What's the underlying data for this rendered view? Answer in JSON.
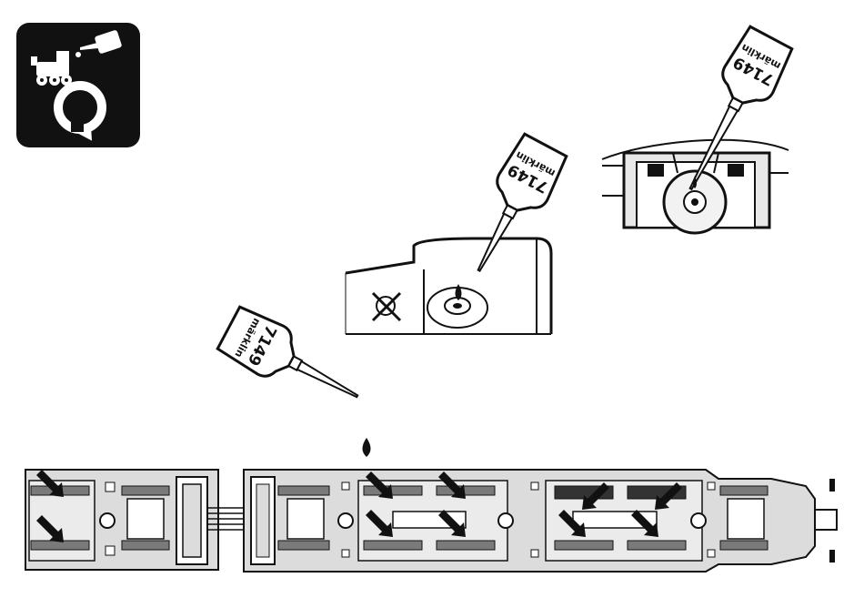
{
  "oil_bottles": [
    {
      "brand": "märklin",
      "number": "7149"
    },
    {
      "brand": "märklin",
      "number": "7149"
    },
    {
      "brand": "märklin",
      "number": "7149"
    }
  ],
  "icons": {
    "maintenance_badge": "locomotive-oil-refresh-icon",
    "oil_drop": "oil-drop-icon",
    "do_not_oil": "crossed-out-mark-icon",
    "lubrication_point": "arrow-icon"
  },
  "colors": {
    "ink": "#111111",
    "badge_background": "#111111",
    "housing_fill": "#dcdcdc",
    "wheel_fill": "#7a7a7a",
    "paper": "#ffffff"
  }
}
